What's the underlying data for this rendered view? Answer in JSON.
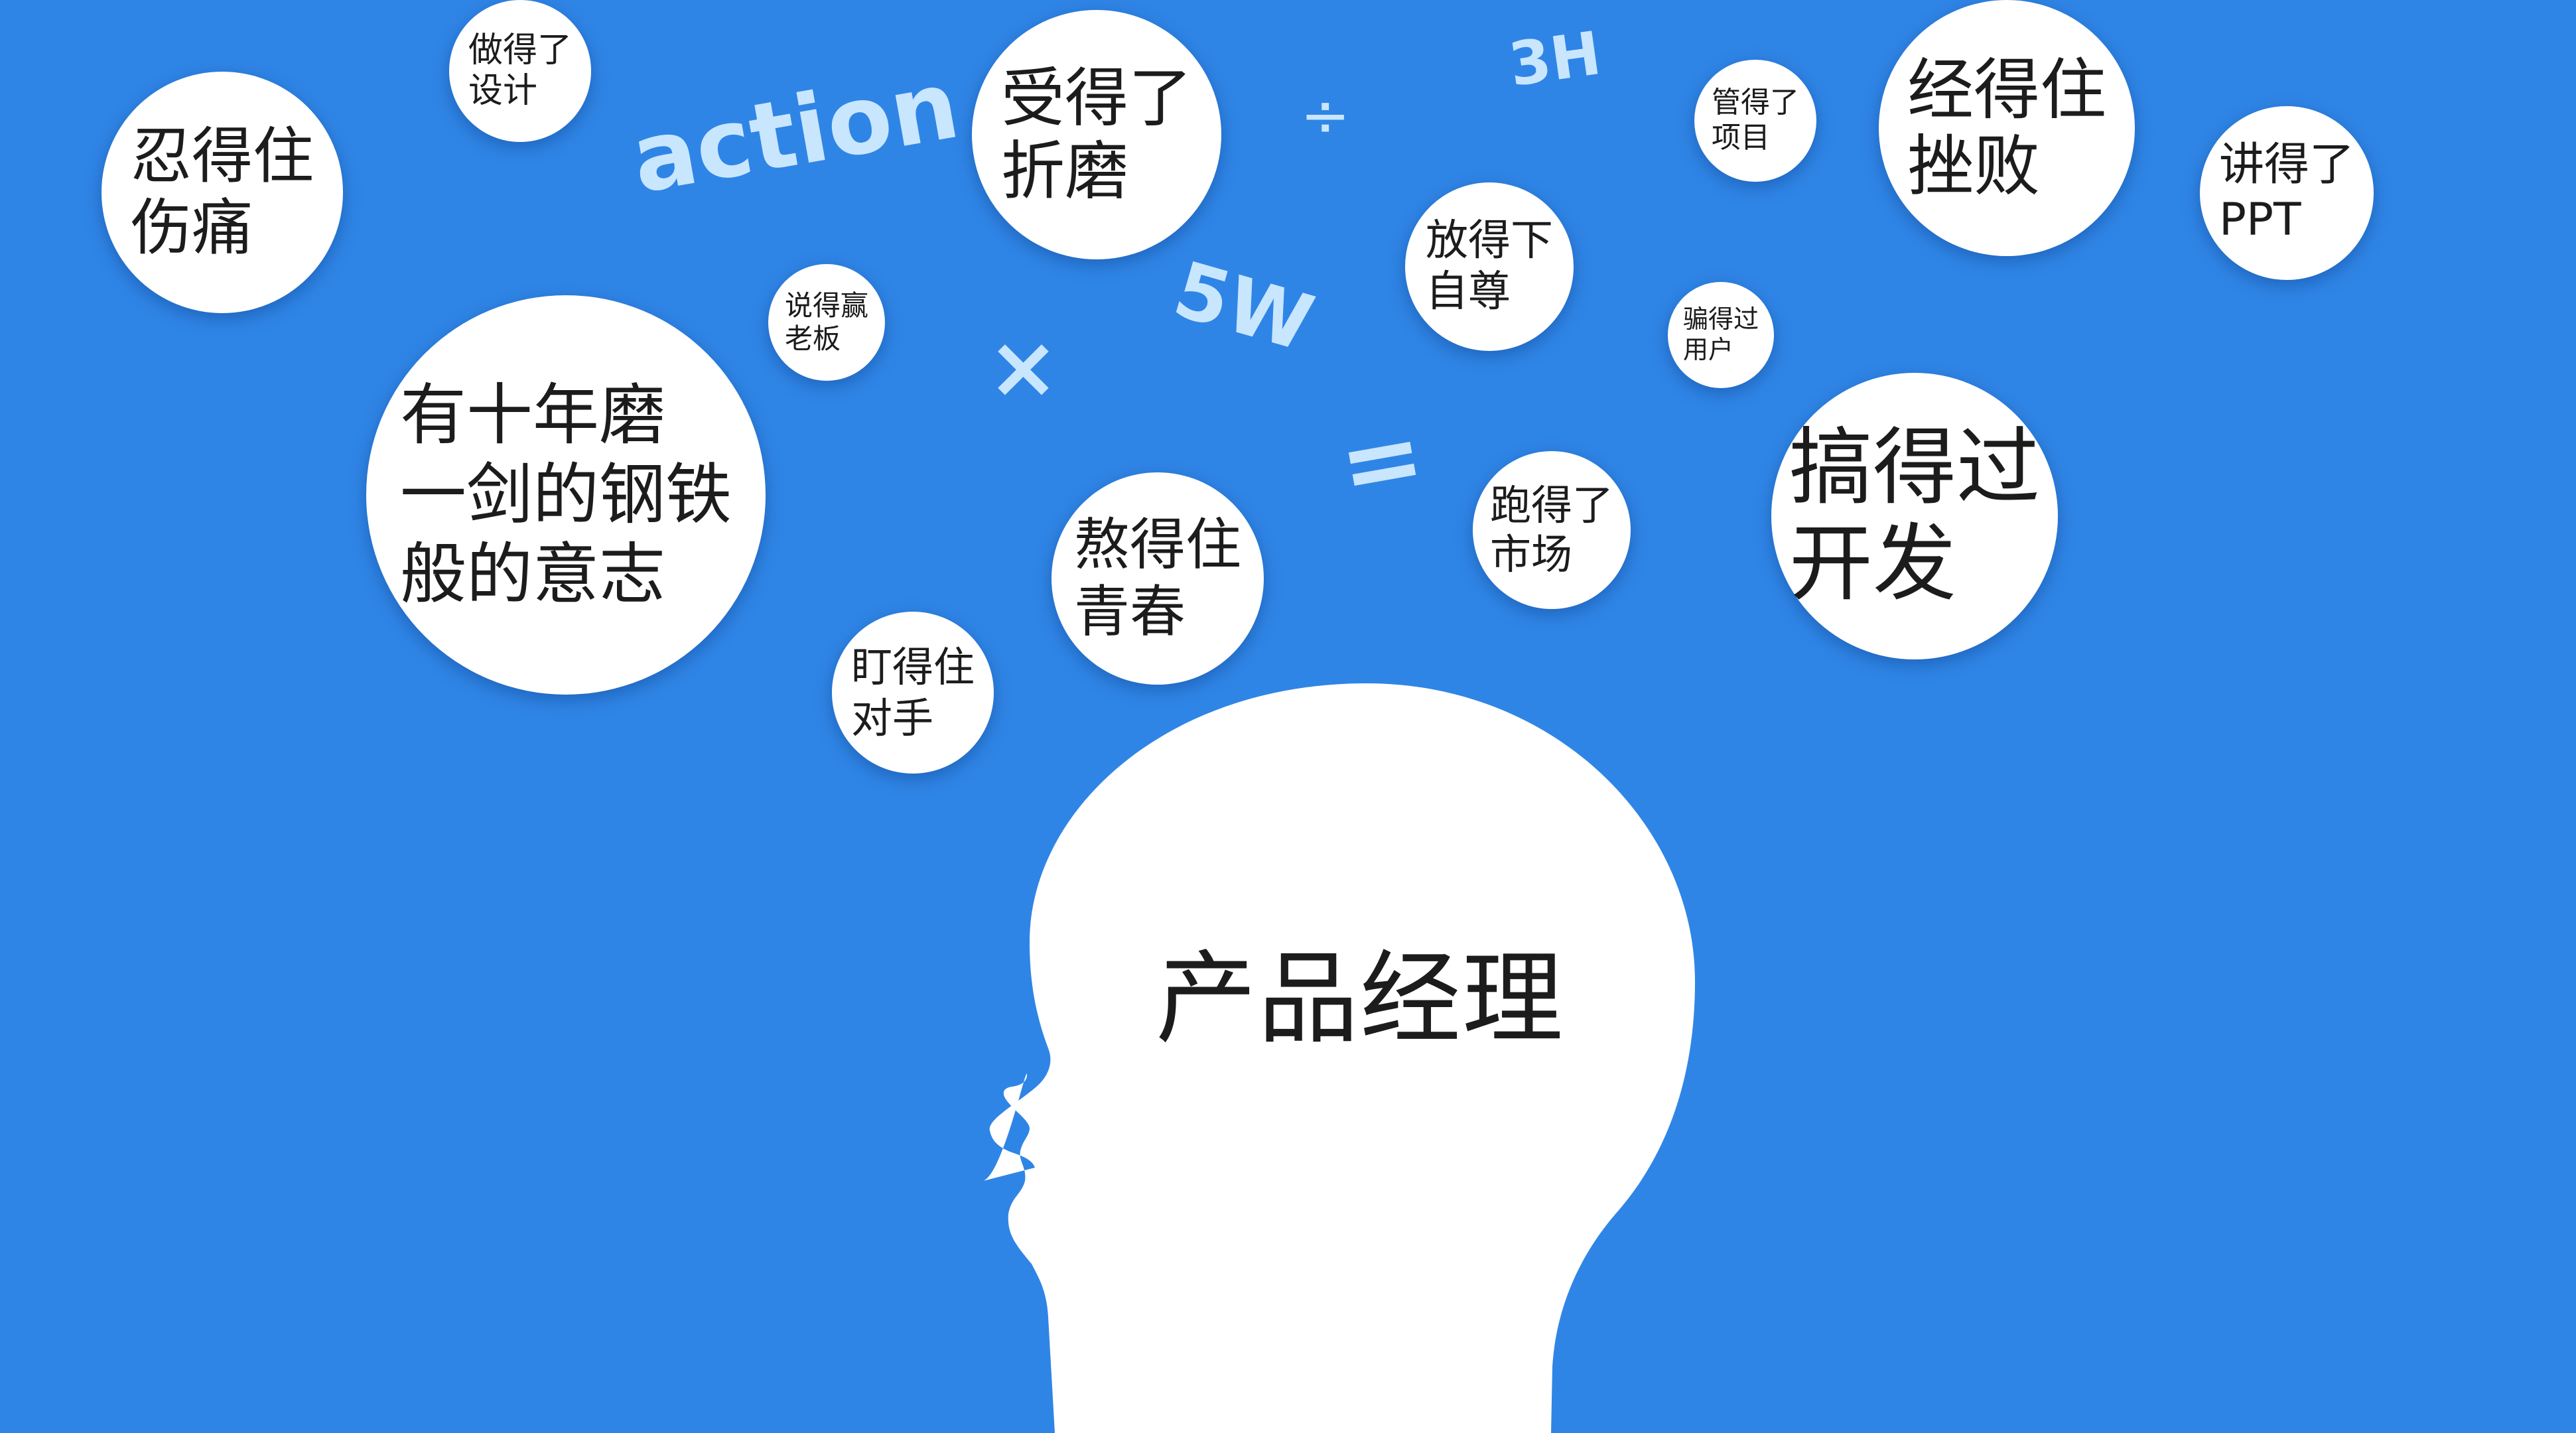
{
  "colors": {
    "background": "#2f85e6",
    "bubble": "#ffffff",
    "text": "#1c1c1c",
    "symbols": "#c9e6ff"
  },
  "head": {
    "label": "产品经理"
  },
  "symbols": {
    "action": "action",
    "h3": "3H",
    "w5": "5W",
    "divide": "÷",
    "times": "×",
    "equals": "="
  },
  "bubbles": [
    {
      "key": "renshang",
      "lines": [
        "忍得住",
        "伤痛"
      ]
    },
    {
      "key": "sheji",
      "lines": [
        "做得了",
        "设计"
      ]
    },
    {
      "key": "zhemo",
      "lines": [
        "受得了",
        "折磨"
      ]
    },
    {
      "key": "xiangmu",
      "lines": [
        "管得了",
        "项目"
      ]
    },
    {
      "key": "cuobai",
      "lines": [
        "经得住",
        "挫败"
      ]
    },
    {
      "key": "ppt",
      "lines": [
        "讲得了",
        "PPT"
      ]
    },
    {
      "key": "laoban",
      "lines": [
        "说得赢",
        "老板"
      ]
    },
    {
      "key": "zizun",
      "lines": [
        "放得下",
        "自尊"
      ]
    },
    {
      "key": "yonghu",
      "lines": [
        "骗得过",
        "用户"
      ]
    },
    {
      "key": "yizhi",
      "lines": [
        "有十年磨",
        "一剑的钢铁",
        "般的意志"
      ]
    },
    {
      "key": "shichang",
      "lines": [
        "跑得了",
        "市场"
      ]
    },
    {
      "key": "kaifa",
      "lines": [
        "搞得过",
        "开发"
      ]
    },
    {
      "key": "qingchun",
      "lines": [
        "熬得住",
        "青春"
      ]
    },
    {
      "key": "duishou",
      "lines": [
        "盯得住",
        "对手"
      ]
    }
  ]
}
